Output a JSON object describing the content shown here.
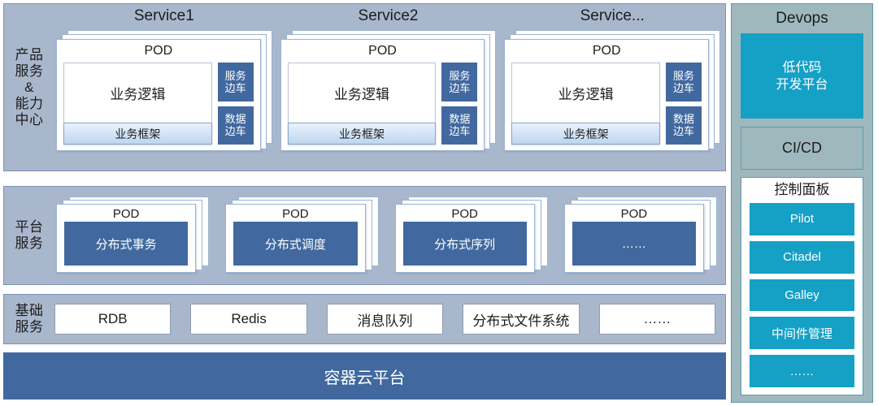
{
  "bands": {
    "product": {
      "label": "产品\n服务\n&\n能力\n中心",
      "services": [
        {
          "title": "Service1",
          "pod_title": "POD",
          "business_logic": "业务逻辑",
          "business_framework": "业务框架",
          "sidecars": [
            "服务\n边车",
            "数据\n边车"
          ]
        },
        {
          "title": "Service2",
          "pod_title": "POD",
          "business_logic": "业务逻辑",
          "business_framework": "业务框架",
          "sidecars": [
            "服务\n边车",
            "数据\n边车"
          ]
        },
        {
          "title": "Service...",
          "pod_title": "POD",
          "business_logic": "业务逻辑",
          "business_framework": "业务框架",
          "sidecars": [
            "服务\n边车",
            "数据\n边车"
          ]
        }
      ]
    },
    "platform": {
      "label": "平台\n服务",
      "pods": [
        {
          "pod_title": "POD",
          "name": "分布式事务"
        },
        {
          "pod_title": "POD",
          "name": "分布式调度"
        },
        {
          "pod_title": "POD",
          "name": "分布式序列"
        },
        {
          "pod_title": "POD",
          "name": "……"
        }
      ]
    },
    "infra": {
      "label": "基础\n服务",
      "items": [
        "RDB",
        "Redis",
        "消息队列",
        "分布式文件系统",
        "……"
      ]
    }
  },
  "container_platform": {
    "label": "容器云平台"
  },
  "devops": {
    "title": "Devops",
    "lowcode": "低代码\n开发平台",
    "cicd": "CI/CD",
    "control_panel": {
      "title": "控制面板",
      "items": [
        "Pilot",
        "Citadel",
        "Galley",
        "中间件管理",
        "……"
      ]
    }
  },
  "colors": {
    "band_bg": "#a9b7cc",
    "band_border": "#7a93b8",
    "steel_blue": "#41699f",
    "cyan": "#15a0c6",
    "devops_bg": "#9fb8bd",
    "teal_border": "#5f9aa8"
  }
}
